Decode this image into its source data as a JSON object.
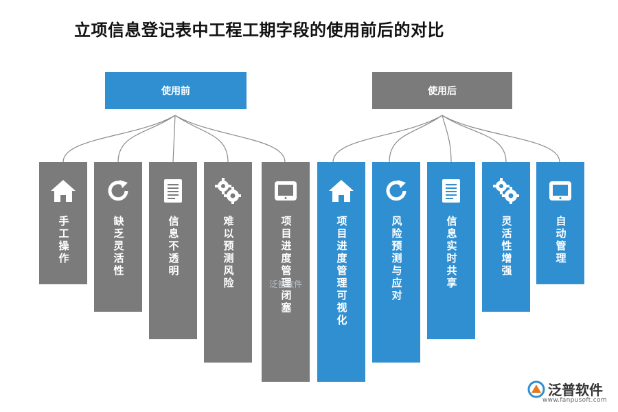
{
  "title": "立项信息登记表中工程工期字段的使用前后的对比",
  "before": {
    "label": "使用前",
    "items": [
      {
        "icon": "home-icon",
        "text": "手工操作"
      },
      {
        "icon": "refresh-icon",
        "text": "缺乏灵活性"
      },
      {
        "icon": "document-icon",
        "text": "信息不透明"
      },
      {
        "icon": "gears-icon",
        "text": "难以预测风险"
      },
      {
        "icon": "tablet-icon",
        "text": "项目进度管理闭塞"
      }
    ]
  },
  "after": {
    "label": "使用后",
    "items": [
      {
        "icon": "home-icon",
        "text": "项目进度管理可视化"
      },
      {
        "icon": "refresh-icon",
        "text": "风险预测与应对"
      },
      {
        "icon": "document-icon",
        "text": "信息实时共享"
      },
      {
        "icon": "gears-icon",
        "text": "灵活性增强"
      },
      {
        "icon": "tablet-icon",
        "text": "自动管理"
      }
    ]
  },
  "watermark": "泛普软件",
  "logo": {
    "name": "泛普软件",
    "url": "www.fanpusoft.com"
  },
  "colors": {
    "blue": "#2f8fd1",
    "gray": "#7b7b7b"
  }
}
